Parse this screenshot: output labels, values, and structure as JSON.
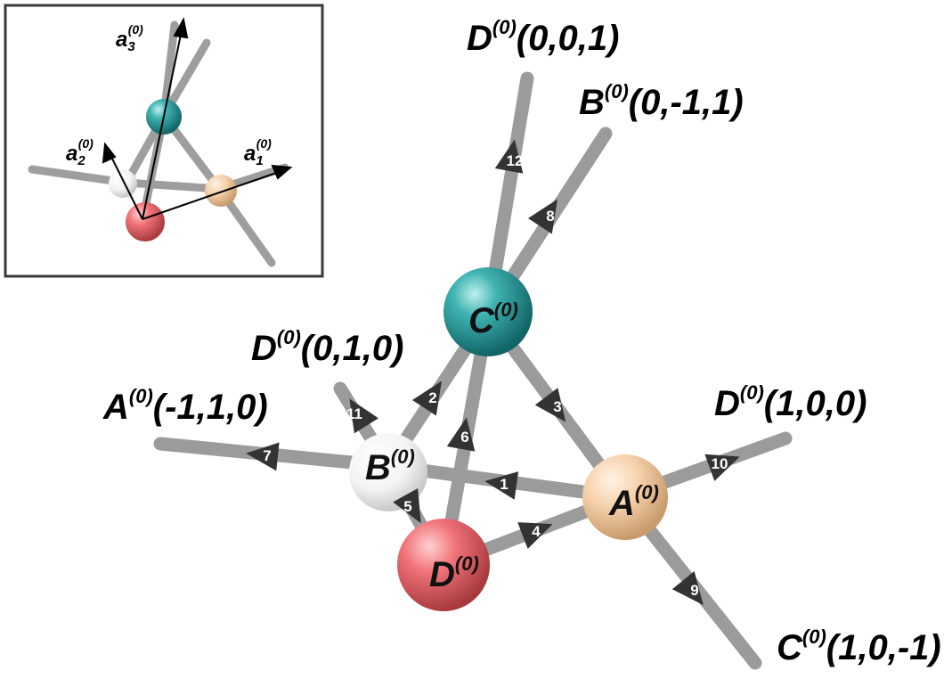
{
  "labels": {
    "d001": {
      "letter": "D",
      "sup": "(0)",
      "coord": "(0,0,1)"
    },
    "b0m11": {
      "letter": "B",
      "sup": "(0)",
      "coord": "(0,-1,1)"
    },
    "d010": {
      "letter": "D",
      "sup": "(0)",
      "coord": "(0,1,0)"
    },
    "am110": {
      "letter": "A",
      "sup": "(0)",
      "coord": "(-1,1,0)"
    },
    "d100": {
      "letter": "D",
      "sup": "(0)",
      "coord": "(1,0,0)"
    },
    "c10m1": {
      "letter": "C",
      "sup": "(0)",
      "coord": "(1,0,-1)"
    }
  },
  "atoms": {
    "C": {
      "letter": "C",
      "sup": "(0)",
      "color": "#2a9e9e"
    },
    "B": {
      "letter": "B",
      "sup": "(0)",
      "color": "#f2f2f2"
    },
    "A": {
      "letter": "A",
      "sup": "(0)",
      "color": "#f4cfa8"
    },
    "D": {
      "letter": "D",
      "sup": "(0)",
      "color": "#ef6f73"
    }
  },
  "bond_numbers": [
    "1",
    "2",
    "3",
    "4",
    "5",
    "6",
    "7",
    "8",
    "9",
    "10",
    "11",
    "12"
  ],
  "inset": {
    "a1": {
      "letter": "a",
      "sub": "1",
      "sup": "(0)"
    },
    "a2": {
      "letter": "a",
      "sub": "2",
      "sup": "(0)"
    },
    "a3": {
      "letter": "a",
      "sub": "3",
      "sup": "(0)"
    }
  }
}
